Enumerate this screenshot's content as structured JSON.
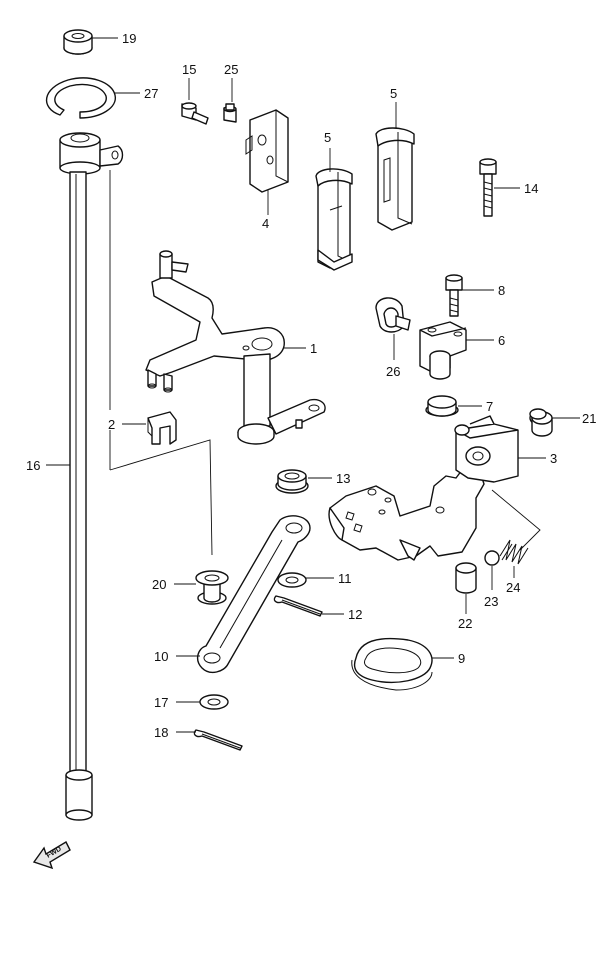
{
  "diagram": {
    "callouts": {
      "c1": "1",
      "c2": "2",
      "c3": "3",
      "c4": "4",
      "c5a": "5",
      "c5b": "5",
      "c6": "6",
      "c7": "7",
      "c8": "8",
      "c9": "9",
      "c10": "10",
      "c11": "11",
      "c12": "12",
      "c13": "13",
      "c14": "14",
      "c15": "15",
      "c16": "16",
      "c17": "17",
      "c18": "18",
      "c19": "19",
      "c20": "20",
      "c21": "21",
      "c22": "22",
      "c23": "23",
      "c24": "24",
      "c25": "25",
      "c26": "26",
      "c27": "27"
    },
    "fwd_label": "FWD"
  }
}
